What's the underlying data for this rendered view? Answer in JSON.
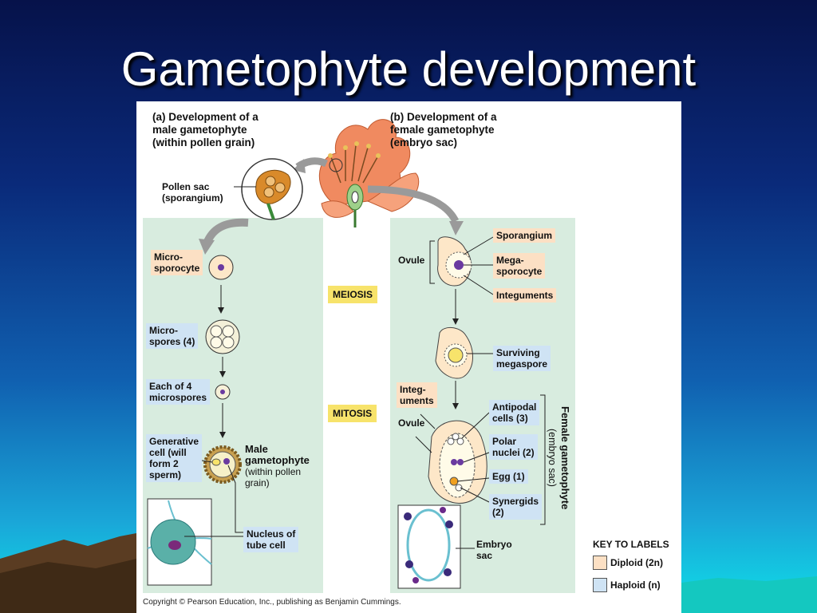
{
  "slide": {
    "title": "Gametophyte development"
  },
  "figure": {
    "panel_a_heading": "(a) Development of a\nmale gametophyte\n(within pollen grain)",
    "panel_b_heading": "(b) Development of a\nfemale gametophyte\n(embryo sac)",
    "male": {
      "pollen_sac": "Pollen sac\n(sporangium)",
      "microsporocyte": "Micro-\nsporocyte",
      "microspores": "Micro-\nspores (4)",
      "each_microspore": "Each of 4\nmicrospores",
      "generative_cell": "Generative\ncell (will\nform 2\nsperm)",
      "male_gametophyte_bold": "Male\ngametophyte",
      "male_gametophyte_sub": "(within pollen\ngrain)",
      "tube_nucleus": "Nucleus of\ntube cell"
    },
    "stages": {
      "meiosis": "MEIOSIS",
      "mitosis": "MITOSIS"
    },
    "female": {
      "sporangium": "Sporangium",
      "ovule_top": "Ovule",
      "megasporocyte": "Mega-\nsporocyte",
      "integuments_top": "Integuments",
      "surviving_megaspore": "Surviving\nmegaspore",
      "integuments_side": "Integ-\numents",
      "ovule_side": "Ovule",
      "antipodal": "Antipodal\ncells (3)",
      "polar_nuclei": "Polar\nnuclei (2)",
      "egg": "Egg (1)",
      "synergids": "Synergids\n(2)",
      "embryo_sac": "Embryo\nsac",
      "bracket_bold": "Female gametophyte",
      "bracket_sub": "(embryo sac)"
    },
    "key": {
      "title": "KEY TO LABELS",
      "diploid": "Diploid (2n)",
      "haploid": "Haploid (n)"
    },
    "copyright": "Copyright © Pearson Education, Inc., publishing as Benjamin Cummings."
  },
  "colors": {
    "panel_green": "#d8ecdf",
    "diploid_swatch": "#fce0c4",
    "haploid_swatch": "#cfe3f4",
    "stage_box": "#f7e36b",
    "flower": "#f08a60"
  }
}
